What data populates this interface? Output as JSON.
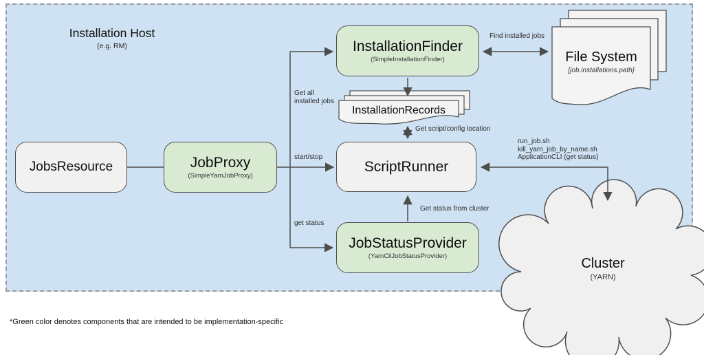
{
  "region": {
    "title": "Installation Host",
    "subtitle": "(e.g. RM)"
  },
  "components": {
    "jobs_resource": {
      "title": "JobsResource"
    },
    "job_proxy": {
      "title": "JobProxy",
      "subtitle": "(SimpleYarnJobProxy)"
    },
    "installation_finder": {
      "title": "InstallationFinder",
      "subtitle": "(SimpleInstallationFinder)"
    },
    "script_runner": {
      "title": "ScriptRunner"
    },
    "job_status_provider": {
      "title": "JobStatusProvider",
      "subtitle": "(YarnCliJobStatusProvider)"
    },
    "installation_records": {
      "title": "InstallationRecords"
    },
    "file_system": {
      "title": "File System",
      "subtitle": "[job.installations.path]"
    },
    "cluster": {
      "title": "Cluster",
      "subtitle": "(YARN)"
    }
  },
  "labels": {
    "find_installed_jobs": "Find installed jobs",
    "get_all_installed_jobs": "Get all\ninstalled jobs",
    "start_stop": "start/stop",
    "get_status": "get status",
    "get_script_config": "Get script/config location",
    "get_status_from_cluster": "Get status from cluster",
    "cluster_cmds": "run_job.sh\nkill_yarn_job_by_name.sh\nApplicationCLI (get status)"
  },
  "footnote": "*Green color denotes components that are intended to be implementation-specific",
  "colors": {
    "region_bg": "#cfe2f3",
    "region_border": "#9a9a9a",
    "implementation_specific_green": "#d9ead3",
    "neutral_gray": "#f1f1f1",
    "document_fill": "#f4f4f4",
    "stroke": "#4d4d4d"
  }
}
